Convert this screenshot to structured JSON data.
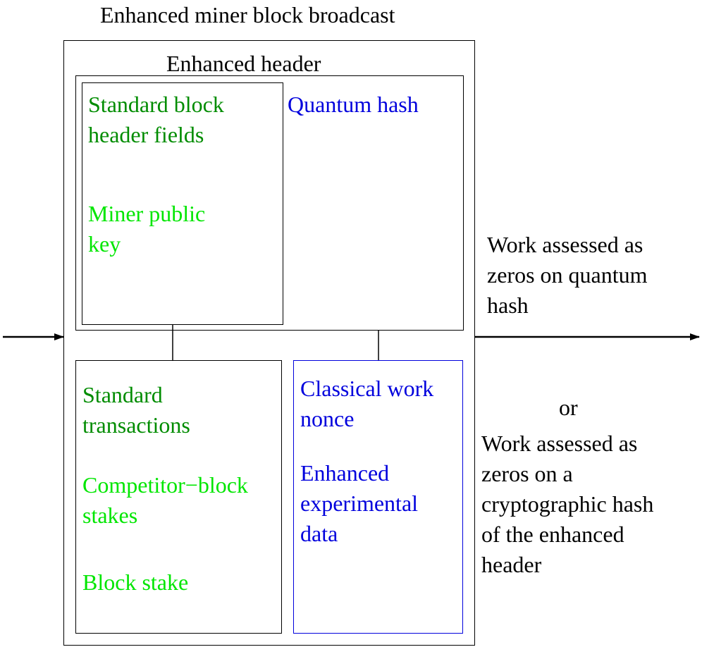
{
  "title": "Enhanced miner block broadcast",
  "header_box": {
    "label": "Enhanced header",
    "standard_fields": "Standard block\nheader fields",
    "miner_key": "Miner public\nkey",
    "quantum_hash": "Quantum hash"
  },
  "transactions_box": {
    "standard_transactions": "Standard\ntransactions",
    "competitor_stakes": "Competitor−block\nstakes",
    "block_stake": "Block stake"
  },
  "work_box": {
    "classical_nonce": "Classical work\nnonce",
    "experimental_data": "Enhanced\nexperimental\ndata"
  },
  "right_notes": {
    "quantum_work": "Work assessed as\nzeros on quantum\nhash",
    "or": "or",
    "classical_work": "Work assessed as\nzeros on a\ncryptographic hash\nof the enhanced\nheader"
  },
  "colors": {
    "dark_green": "#008c00",
    "light_green": "#00e600",
    "blue": "#0000dd",
    "black": "#000000"
  }
}
